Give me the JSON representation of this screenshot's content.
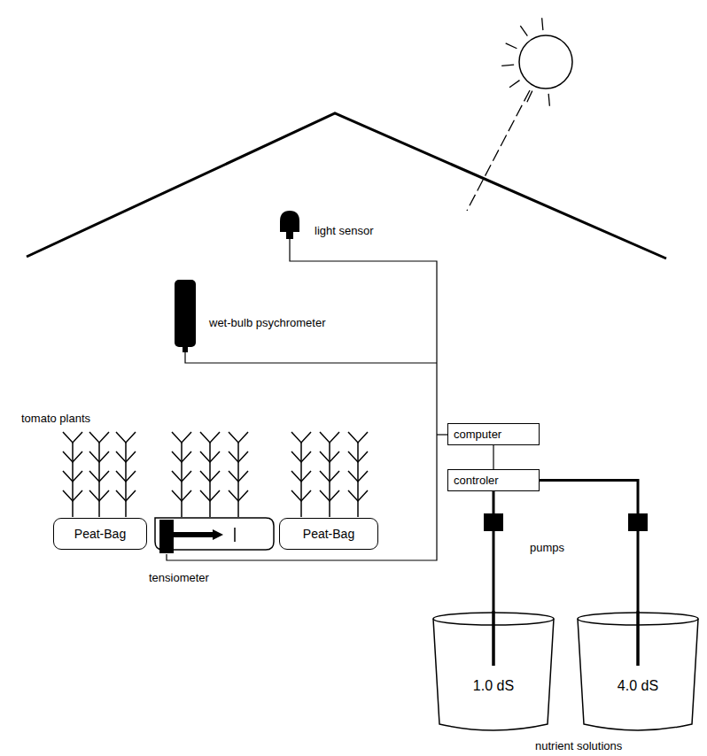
{
  "diagram": {
    "nodes": [
      {
        "text": [
          "Peat-Bag"
        ]
      },
      {
        "text": [
          "Peat-Bag"
        ]
      },
      {
        "text": [
          "computer"
        ]
      },
      {
        "text": [
          "controler"
        ]
      },
      {
        "text": [
          "1.0 dS"
        ]
      },
      {
        "text": [
          "4.0 dS"
        ]
      }
    ],
    "edges": [
      {
        "from": 2,
        "to": 3,
        "arrow": "none"
      },
      {
        "from": 3,
        "to": 4,
        "arrow": "none"
      },
      {
        "from": 3,
        "to": 5,
        "arrow": "none"
      }
    ],
    "labels": [
      "light sensor",
      "wet-bulb psychrometer",
      "tomato plants",
      "tensiometer",
      "pumps",
      "nutrient solutions"
    ]
  }
}
